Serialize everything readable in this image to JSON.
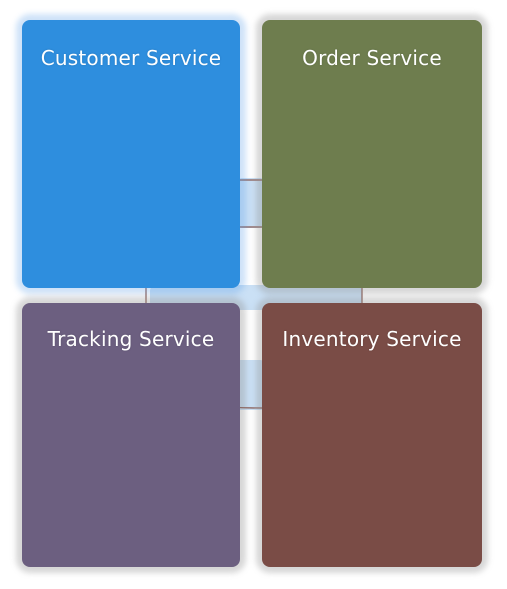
{
  "colors": {
    "customer": "#2e8ede",
    "order": "#6e7d4e",
    "tracking": "#6c5f80",
    "inventory": "#7a4c46",
    "connector": "#8a5a52",
    "glow": "#b8d6f2"
  },
  "services": {
    "customer": {
      "label": "Customer Service"
    },
    "order": {
      "label": "Order Service"
    },
    "tracking": {
      "label": "Tracking Service"
    },
    "inventory": {
      "label": "Inventory Service"
    }
  }
}
